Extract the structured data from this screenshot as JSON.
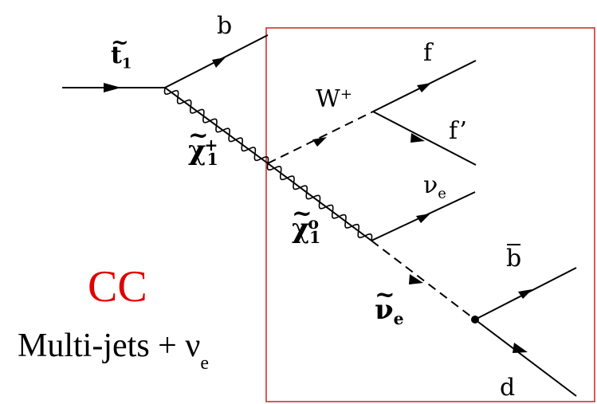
{
  "diagram": {
    "particles": {
      "stop": {
        "base": "t",
        "subscript": "1"
      },
      "b": "b",
      "chargino": {
        "base": "χ",
        "superscript": "+",
        "subscript": "1"
      },
      "w": {
        "base": "W",
        "superscript": "+"
      },
      "f": "f",
      "fprime": "f’",
      "nu_e": {
        "base": "ν",
        "subscript": "e"
      },
      "neutralino": {
        "base": "χ",
        "superscript": "o",
        "subscript": "1"
      },
      "sneutrino": {
        "base": "ν",
        "subscript": "e"
      },
      "bbar": "b",
      "d": "d"
    },
    "channel_label": "CC",
    "final_state": {
      "text": "Multi-jets + ν",
      "subscript": "e"
    },
    "colors": {
      "box": "#d02020",
      "cc": "#e00000",
      "lines": "#000000"
    }
  }
}
